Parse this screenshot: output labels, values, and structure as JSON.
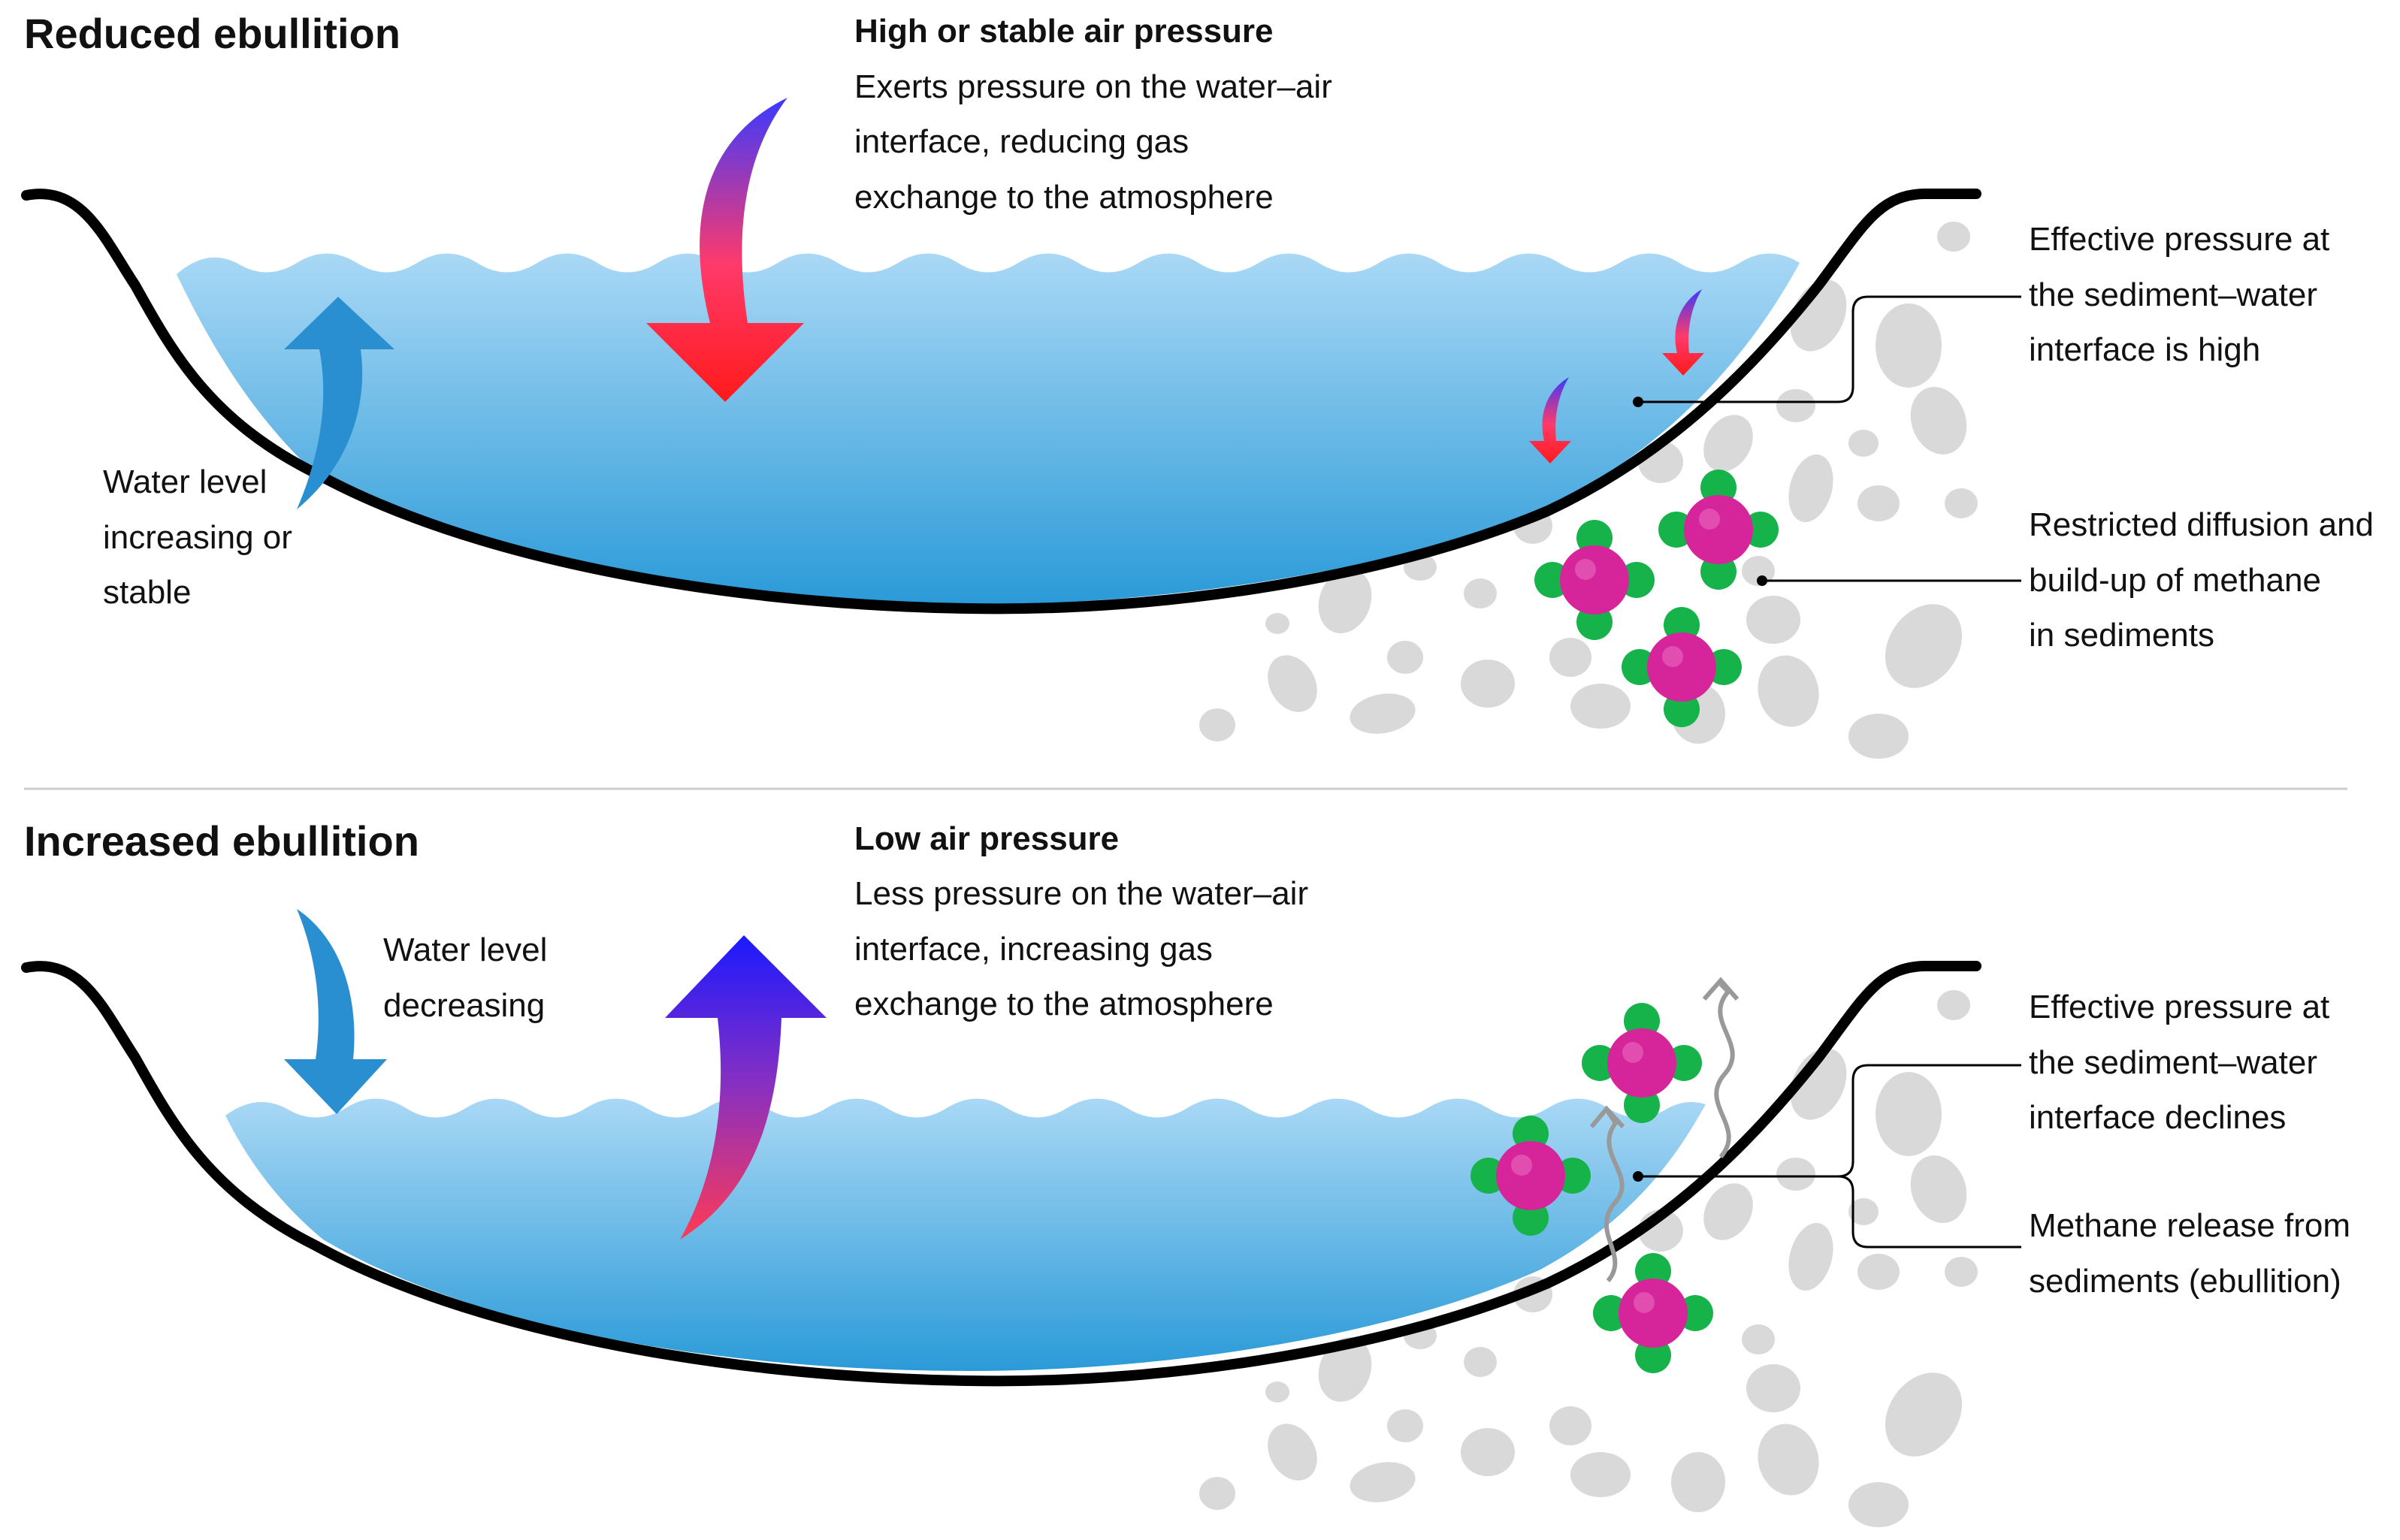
{
  "panels": [
    {
      "title": "Reduced ebullition",
      "pressure_heading": "High or stable air pressure",
      "pressure_desc": [
        "Exerts pressure on the water–air",
        "interface, reducing gas",
        "exchange to the atmosphere"
      ],
      "water_level": [
        "Water level",
        "increasing or",
        "stable"
      ],
      "callout_top": [
        "Effective pressure at",
        "the sediment–water",
        "interface is high"
      ],
      "callout_bottom": [
        "Restricted diffusion and",
        "build-up of methane",
        "in sediments"
      ]
    },
    {
      "title": "Increased ebullition",
      "pressure_heading": "Low air pressure",
      "pressure_desc": [
        "Less pressure on the water–air",
        "interface, increasing gas",
        "exchange to the atmosphere"
      ],
      "water_level": [
        "Water level",
        "decreasing"
      ],
      "callout_top": [
        "Effective pressure at",
        "the sediment–water",
        "interface declines"
      ],
      "callout_bottom": [
        "Methane release from",
        "sediments (ebullition)"
      ]
    }
  ],
  "colors": {
    "water_light": "#a9d8f5",
    "water_dark": "#2a9ad8",
    "shoreline": "#000000",
    "pebble": "#d9d9d9",
    "methane_carbon": "#d6249a",
    "methane_hydrogen": "#16b34a",
    "arrow_red": "#ff1a1a",
    "arrow_blue": "#1a1aff",
    "water_arrow": "#2a8fd0",
    "bubble_trail": "#999999",
    "divider": "#cccccc"
  }
}
